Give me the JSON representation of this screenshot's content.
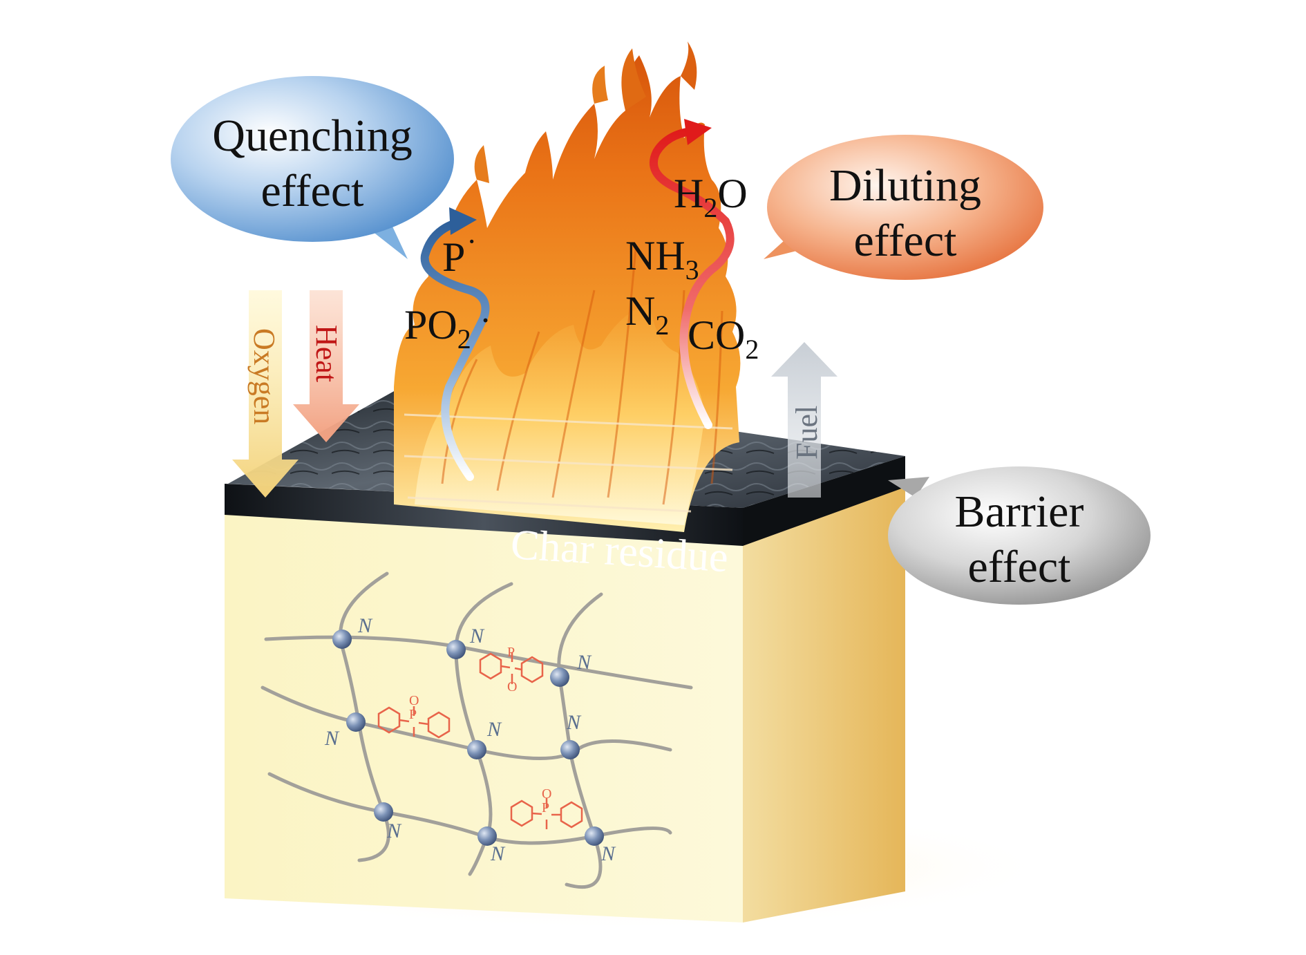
{
  "bubbles": {
    "quenching": {
      "line1": "Quenching",
      "line2": "effect"
    },
    "diluting": {
      "line1": "Diluting",
      "line2": "effect"
    },
    "barrier": {
      "line1": "Barrier",
      "line2": "effect"
    }
  },
  "arrows": {
    "oxygen": "Oxygen",
    "heat": "Heat",
    "fuel": "Fuel"
  },
  "radicals": {
    "p": {
      "base": "P",
      "dot": "·"
    },
    "po2": {
      "base": "PO",
      "sub": "2",
      "dot": " ·"
    }
  },
  "gases": {
    "h2o": {
      "a": "H",
      "sub": "2",
      "b": "O"
    },
    "nh3": {
      "a": "NH",
      "sub": "3"
    },
    "n2": {
      "a": "N",
      "sub": "2"
    },
    "co2": {
      "a": "CO",
      "sub": "2"
    }
  },
  "char_label": "Char residue",
  "network": {
    "node_label": "N",
    "p_label": "P",
    "o_label": "O"
  },
  "colors": {
    "quench_bubble": "#6fa3d8",
    "dilute_bubble": "#e9875a",
    "barrier_bubble": "#9a9a9a",
    "flame_orange": "#f28a1e",
    "char": "#2a2f36",
    "block": "#fbf6c8",
    "node": "#6f86ad",
    "phosphine_oxide": "#e8644a",
    "p_arrow": "#2d5f9a",
    "gas_arrow": "#e01b1b"
  }
}
